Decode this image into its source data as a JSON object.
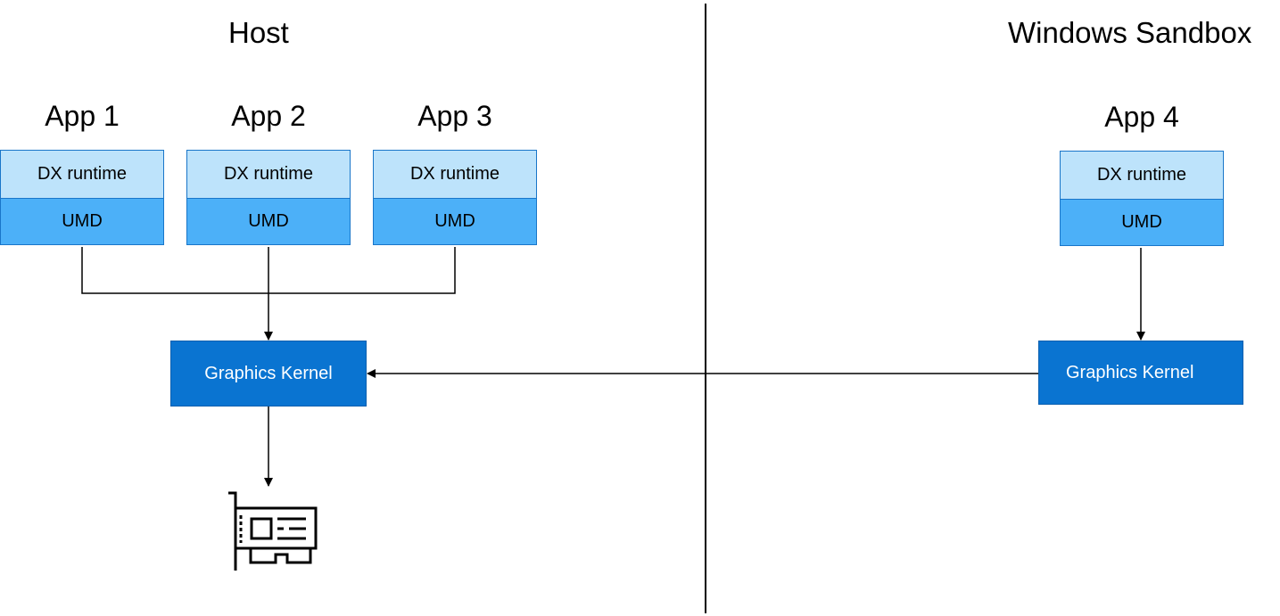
{
  "host": {
    "title": "Host",
    "apps": [
      {
        "name": "App 1",
        "runtime": "DX runtime",
        "umd": "UMD"
      },
      {
        "name": "App 2",
        "runtime": "DX runtime",
        "umd": "UMD"
      },
      {
        "name": "App 3",
        "runtime": "DX runtime",
        "umd": "UMD"
      }
    ],
    "kernel": "Graphics Kernel",
    "gpu_icon": "gpu-card-icon"
  },
  "sandbox": {
    "title": "Windows Sandbox",
    "apps": [
      {
        "name": "App 4",
        "runtime": "DX runtime",
        "umd": "UMD"
      }
    ],
    "kernel": "Graphics Kernel"
  },
  "colors": {
    "runtime_fill": "#bde3fb",
    "umd_fill": "#4cb0f8",
    "kernel_fill": "#0a74d1",
    "border": "#1976c9"
  }
}
